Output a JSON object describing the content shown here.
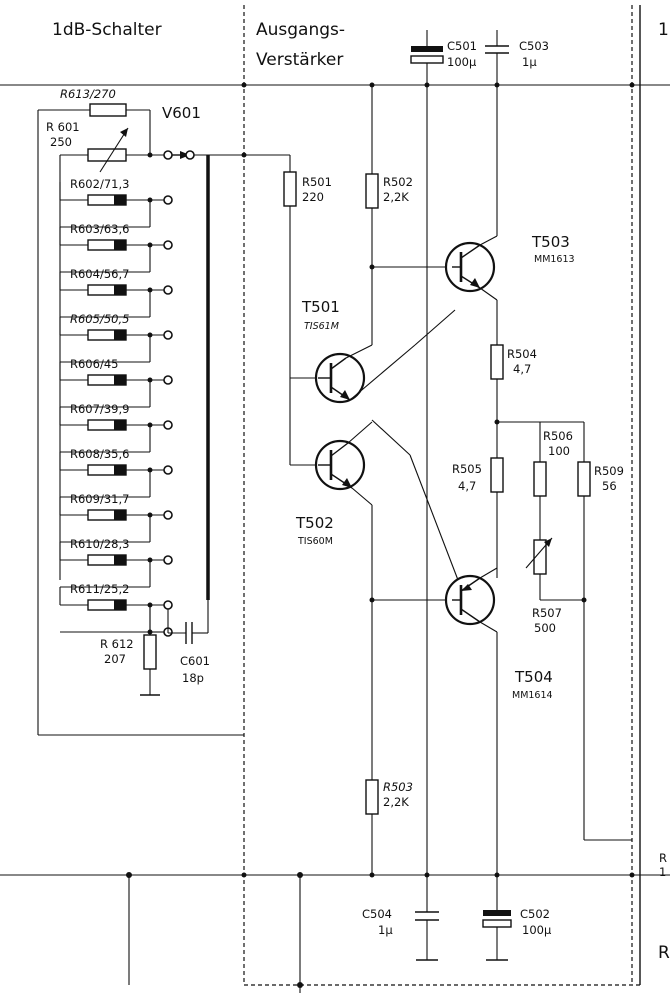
{
  "headers": {
    "switch_title": "1dB-Schalter",
    "amp_title_line1": "Ausgangs-",
    "amp_title_line2": "Verstärker",
    "right_edge_top": "1",
    "right_edge_mid": "R",
    "right_edge_mid2": "1",
    "right_edge_bottom": "R"
  },
  "switch": {
    "name": "V601",
    "r613": "R613/270",
    "r601_name": "R 601",
    "r601_value": "250",
    "taps": [
      "R602/71,3",
      "R603/63,6",
      "R604/56,7",
      "R605/50,5",
      "R606/45",
      "R607/39,9",
      "R608/35,6",
      "R609/31,7",
      "R610/28,3",
      "R611/25,2"
    ],
    "r612_name": "R 612",
    "r612_value": "207",
    "c601_name": "C601",
    "c601_value": "18p"
  },
  "amplifier": {
    "c501_name": "C501",
    "c501_value": "100µ",
    "c503_name": "C503",
    "c503_value": "1µ",
    "r501_name": "R501",
    "r501_value": "220",
    "r502_name": "R502",
    "r502_value": "2,2K",
    "t503_name": "T503",
    "t503_type": "MM1613",
    "t501_name": "T501",
    "t501_type": "TIS61M",
    "t502_name": "T502",
    "t502_type": "TIS60M",
    "r504_name": "R504",
    "r504_value": "4,7",
    "r505_name": "R505",
    "r505_value": "4,7",
    "r506_name": "R506",
    "r506_value": "100",
    "r509_name": "R509",
    "r509_value": "56",
    "r507_name": "R507",
    "r507_value": "500",
    "t504_name": "T504",
    "t504_type": "MM1614",
    "r503_name": "R503",
    "r503_value": "2,2K",
    "c504_name": "C504",
    "c504_value": "1µ",
    "c502_name": "C502",
    "c502_value": "100µ"
  }
}
